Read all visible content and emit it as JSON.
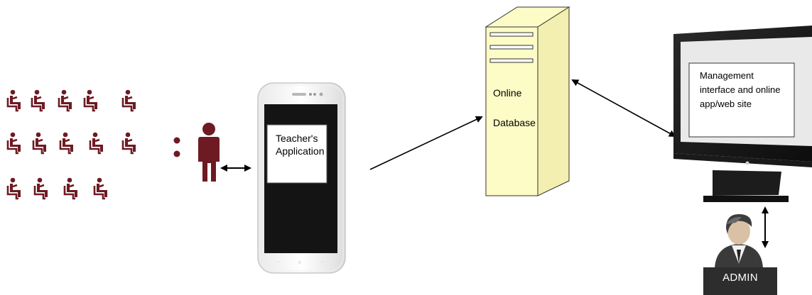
{
  "phone": {
    "label": "Teacher's\nApplication"
  },
  "database": {
    "line1": "Online",
    "line2": "Database"
  },
  "monitor": {
    "label": "Management interface and online app/web site"
  },
  "admin": {
    "label": "ADMIN"
  },
  "colors": {
    "students": "#6e1a22",
    "server_fill": "#fdfbc6",
    "screen_bg": "#111111"
  },
  "icons": [
    "student-seated-icon",
    "teacher-standing-icon",
    "smartphone-icon",
    "server-tower-icon",
    "desktop-monitor-icon",
    "admin-person-icon"
  ]
}
